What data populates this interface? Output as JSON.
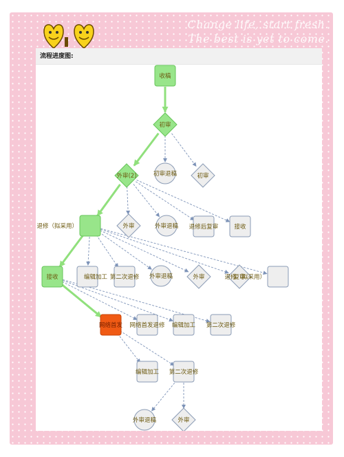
{
  "banner": {
    "line1": "Change life, start fresh.",
    "line2": "The best is yet to come."
  },
  "panel": {
    "title": "流程进度图:"
  },
  "colors": {
    "active": "#98e58a",
    "active_border": "#66c459",
    "current": "#f05a14",
    "pending": "#eeeeee",
    "pending_border": "#8a9bb5",
    "main_edge": "#90e07c",
    "dash_edge": "#7d93b8",
    "label": "#6d5a10",
    "frame_bg": "#f7c8d6"
  },
  "flow": {
    "nodes": {
      "shougao": "收稿",
      "chushen": "初审",
      "chushen_tuigao": "初审退稿",
      "chushen2": "初审",
      "waishen2": "外审(2)",
      "waishen_a": "外审",
      "waishen_tuigao_a": "外审退稿",
      "tuixiu_fushen": "退修后复审",
      "jieshou_a": "接收",
      "tuixiu_ni": "退修（拟采用）",
      "bianji_a": "编辑加工",
      "dierci_a": "第二次退修",
      "waishen_tuigao_b": "外审退稿",
      "waishen_b": "外审",
      "fushen": "复审",
      "tuixiu_ni_b": "退修（拟采用）",
      "jieshou_main": "接收",
      "wangluo_shoufa": "网络首发",
      "wangluo_tuixiu": "网络首发退修",
      "bianji_b": "编辑加工",
      "dierci_b": "第二次退修",
      "bianji_c": "编辑加工",
      "dierci_c": "第二次退修",
      "waishen_tuigao_c": "外审退稿",
      "waishen_c": "外审"
    }
  }
}
